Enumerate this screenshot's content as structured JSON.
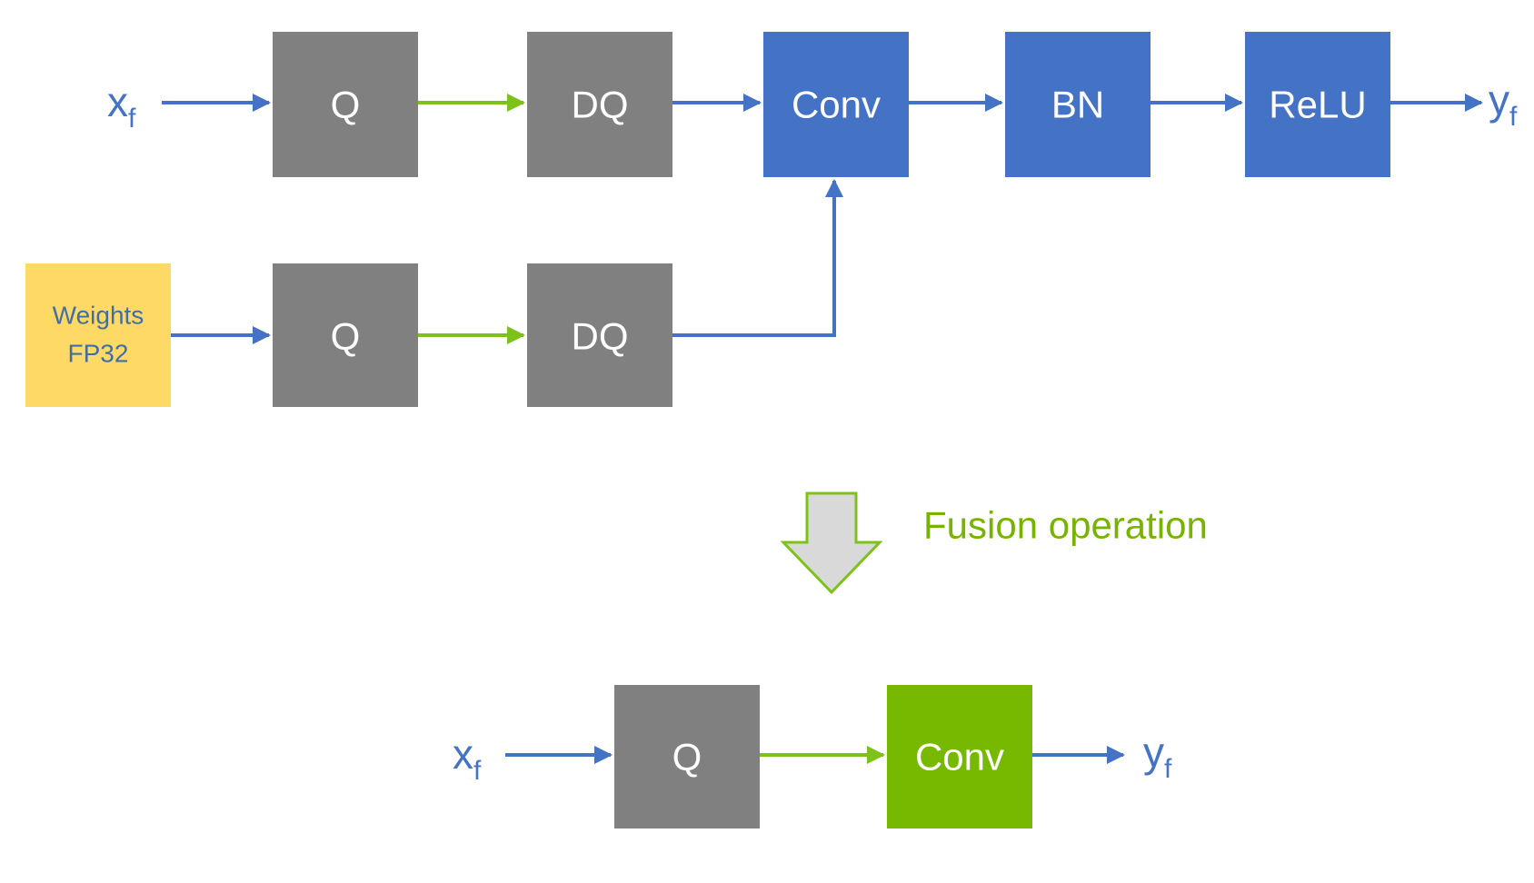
{
  "colors": {
    "quant_gray": "#808080",
    "op_blue": "#4472C4",
    "fused_green": "#76B900",
    "weights_yellow": "#FFD966",
    "arrow_blue": "#4472C4",
    "arrow_green": "#7CC21A",
    "fusion_text_green": "#77B300",
    "fusion_arrow_fill": "#D9D9D9"
  },
  "top_row": {
    "input_label": "x",
    "input_subscript": "f",
    "q_label": "Q",
    "dq_label": "DQ",
    "conv_label": "Conv",
    "bn_label": "BN",
    "relu_label": "ReLU",
    "output_label": "y",
    "output_subscript": "f"
  },
  "weights_row": {
    "weights_line1": "Weights",
    "weights_line2": "FP32",
    "q_label": "Q",
    "dq_label": "DQ"
  },
  "fusion": {
    "label": "Fusion operation",
    "arrow_icon": "down-arrow-icon"
  },
  "bottom_row": {
    "input_label": "x",
    "input_subscript": "f",
    "q_label": "Q",
    "conv_label": "Conv",
    "output_label": "y",
    "output_subscript": "f"
  }
}
